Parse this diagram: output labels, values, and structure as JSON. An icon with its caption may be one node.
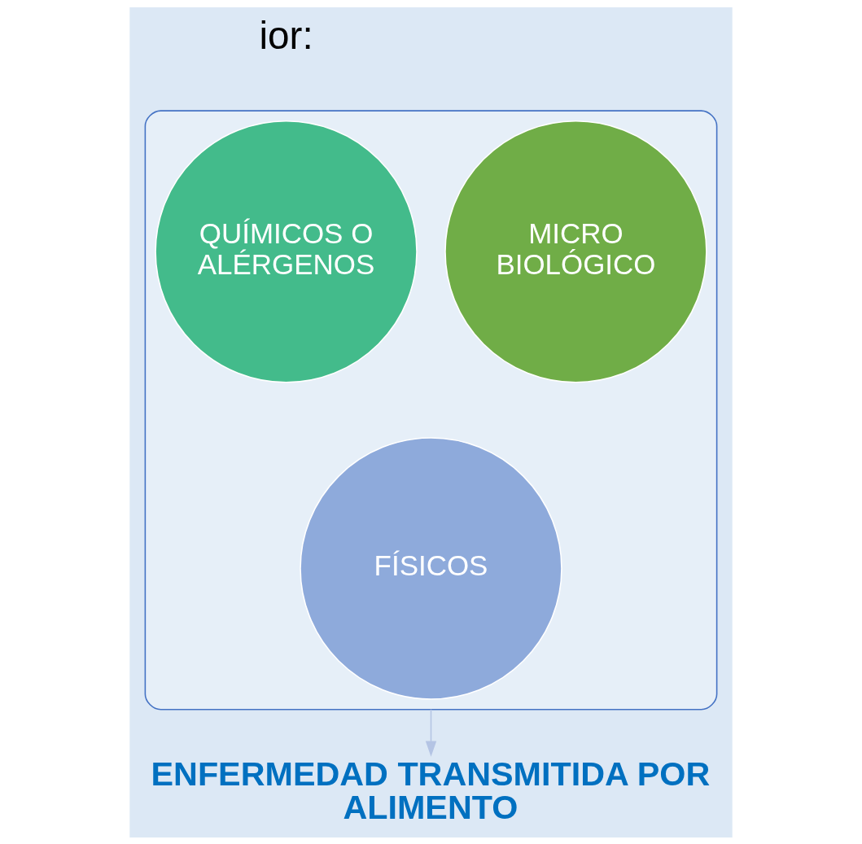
{
  "diagram": {
    "nodes": [
      {
        "text": [],
        "shape": "funnel"
      },
      {
        "text": [
          "QUÍMICOS O ALÉRGENOS"
        ],
        "in": 0
      },
      {
        "text": [
          "MICRO BIOLÓGICO"
        ],
        "in": 0
      },
      {
        "text": [
          "FÍSICOS"
        ],
        "in": 0
      },
      {
        "text": [
          "ENFERMEDAD TRANSMITIDA POR ALIMENTO"
        ]
      }
    ],
    "edges": [
      {
        "from": 0,
        "to": 4,
        "arrow": "to"
      }
    ],
    "labels": [
      "ior:"
    ]
  }
}
